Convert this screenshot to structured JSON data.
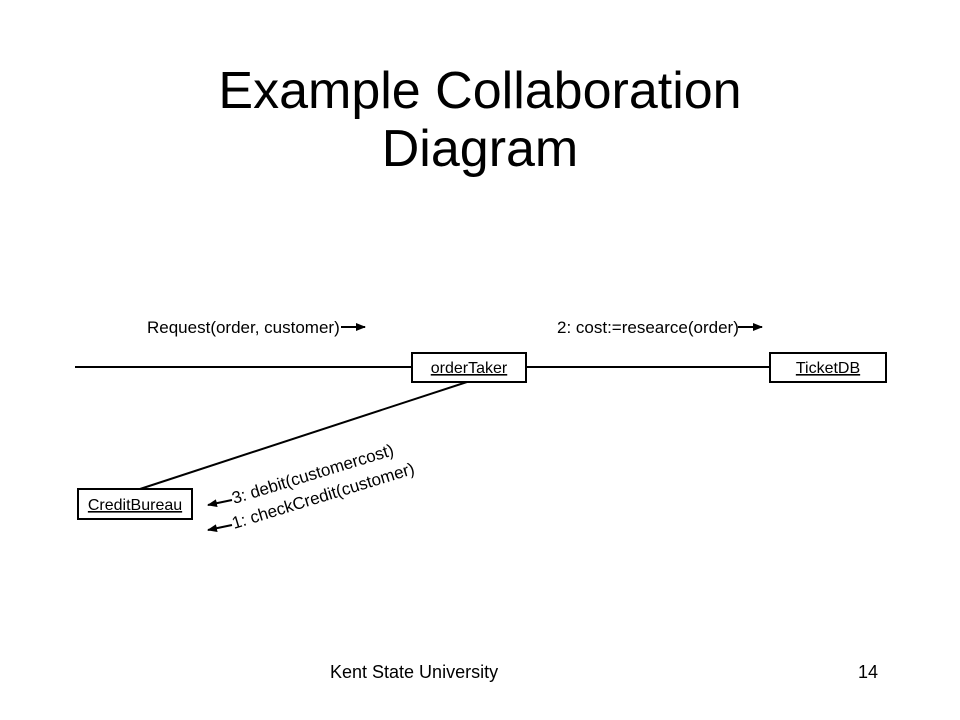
{
  "title": {
    "line1": "Example Collaboration",
    "line2": "Diagram"
  },
  "diagram": {
    "objects": {
      "order_taker": "orderTaker",
      "ticket_db": "TicketDB",
      "credit_bureau": "CreditBureau"
    },
    "messages": {
      "request": "Request(order, customer)",
      "research": "2: cost:=researce(order)",
      "debit": "3: debit(customercost)",
      "check_credit": "1: checkCredit(customer)"
    }
  },
  "footer": {
    "institution": "Kent State University",
    "page_number": "14"
  }
}
